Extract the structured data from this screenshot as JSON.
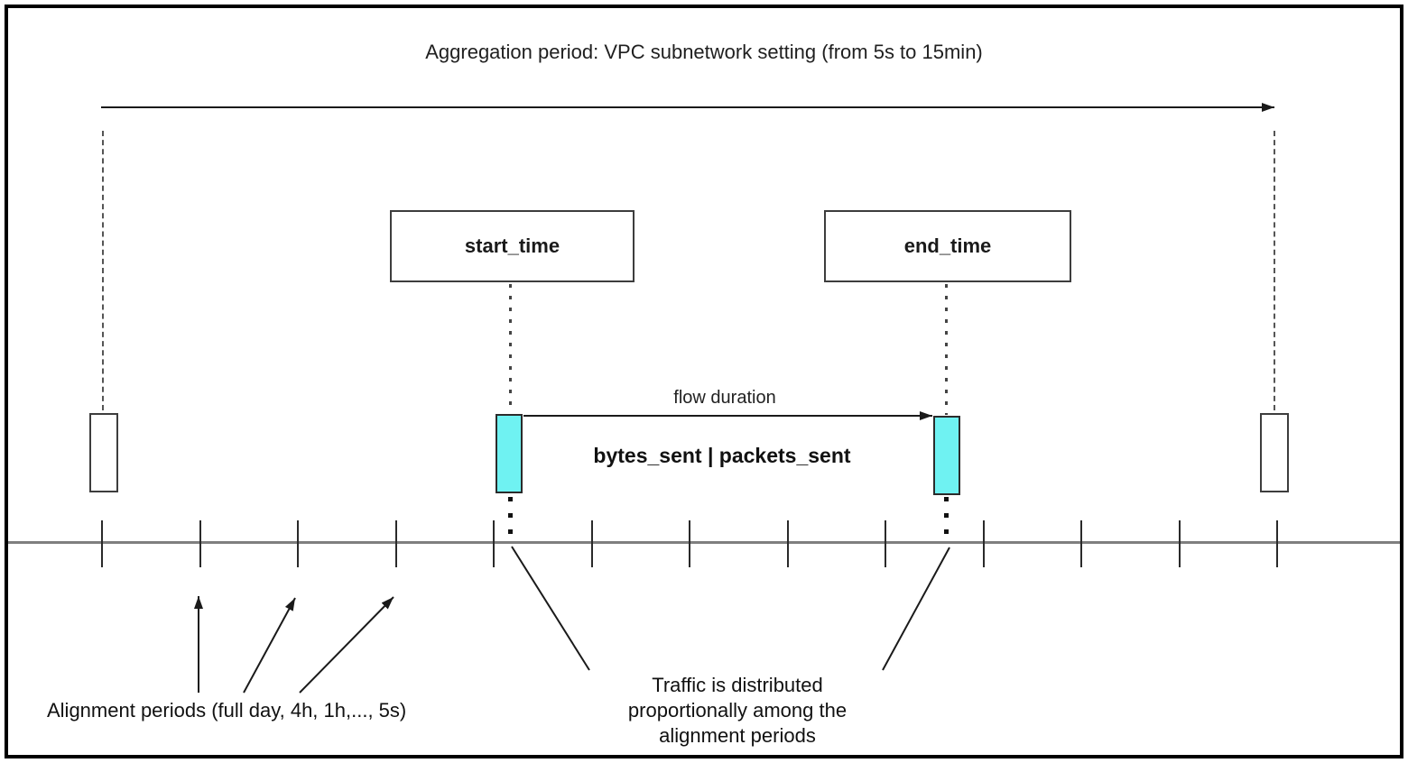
{
  "title": "Aggregation period: VPC subnetwork setting (from 5s to 15min)",
  "markers": {
    "start_label": "start_time",
    "end_label": "end_time"
  },
  "flow": {
    "duration_label": "flow duration",
    "metrics_label": "bytes_sent | packets_sent"
  },
  "annotations": {
    "alignment_periods": "Alignment periods (full day, 4h, 1h,..., 5s)",
    "traffic_distribution": "Traffic is distributed proportionally among the alignment periods"
  },
  "timeline": {
    "tick_count": 13,
    "first_tick_x": 112,
    "last_tick_x": 1414
  },
  "colors": {
    "highlight": "#6ff2f2",
    "timeline_line": "#7f7f7f",
    "stroke": "#1a1a1a"
  }
}
